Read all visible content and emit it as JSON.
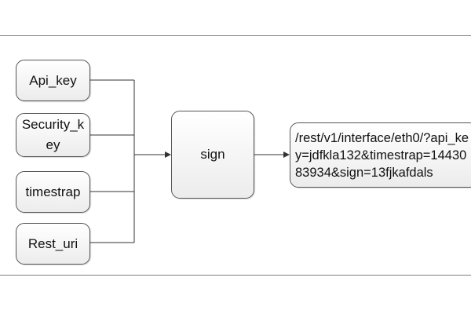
{
  "diagram": {
    "inputs": {
      "api_key": "Api_key",
      "security_key": "Security_key",
      "timestrap": "timestrap",
      "rest_uri": "Rest_uri"
    },
    "process": "sign",
    "output": "/rest/v1/interface/eth0/?api_key=jdfkla132&timestrap=1443083934&sign=13fjkafdals"
  },
  "colors": {
    "line": "#333333",
    "node_border": "#555555",
    "node_fill_top": "#ffffff",
    "node_fill_bottom": "#ececec",
    "frame": "#7f7f7f"
  }
}
